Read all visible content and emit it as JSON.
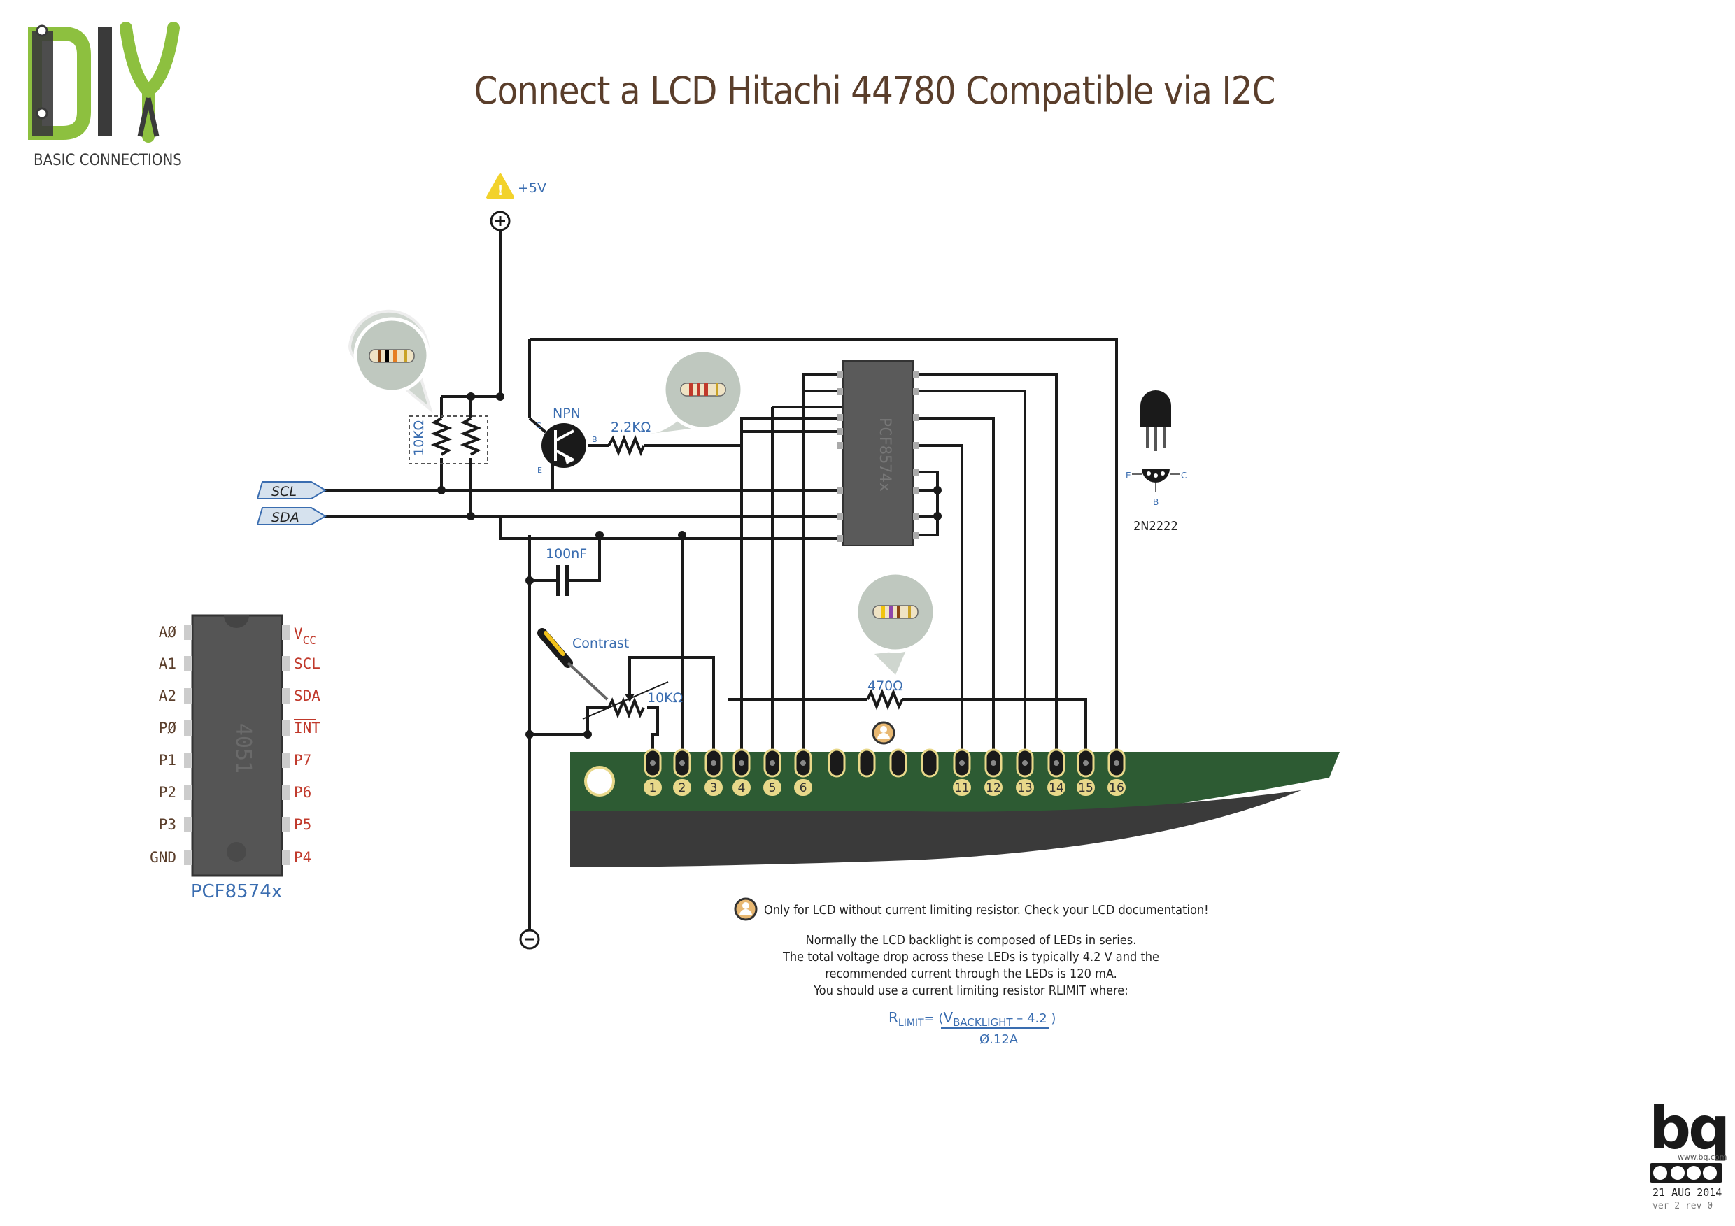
{
  "title": "Connect a LCD Hitachi 44780 Compatible via I2C",
  "logo": {
    "text": "DIY",
    "subtitle": "BASIC CONNECTIONS",
    "accent": "#8dc03f",
    "dark": "#3a3a3a"
  },
  "power": {
    "vcc_label": "+5V",
    "warning_color": "#f2d22b"
  },
  "signals": {
    "scl": "SCL",
    "sda": "SDA"
  },
  "components": {
    "pullup": "10KΩ",
    "transistor_type": "NPN",
    "pin_c": "C",
    "pin_b": "B",
    "pin_e": "E",
    "base_resistor": "2.2KΩ",
    "capacitor": "100nF",
    "contrast_label": "Contrast",
    "pot": "10KΩ",
    "backlight_resistor": "470Ω",
    "ic_chip_label": "PCF8574x",
    "transistor_part": "2N2222",
    "to92_e": "E",
    "to92_b": "B",
    "to92_c": "C"
  },
  "lcd": {
    "pins_left": [
      "1",
      "2",
      "3",
      "4",
      "5",
      "6"
    ],
    "pins_right": [
      "11",
      "12",
      "13",
      "14",
      "15",
      "16"
    ],
    "board_color": "#2d5b33",
    "pin_color": "#e8d88a"
  },
  "pinout": {
    "chip_text": "4051",
    "name": "PCF8574x",
    "left": [
      "AØ",
      "A1",
      "A2",
      "PØ",
      "P1",
      "P2",
      "P3",
      "GND"
    ],
    "right_vcc_main": "V",
    "right_vcc_sub": "CC",
    "right": [
      "SCL",
      "SDA",
      "INT",
      "P7",
      "P6",
      "P5",
      "P4"
    ]
  },
  "notes": {
    "warning": "Only for LCD without current limiting resistor. Check your LCD documentation!",
    "lines": [
      "Normally the LCD backlight is composed of LEDs in series.",
      "The total voltage drop across these LEDs is typically 4.2 V and the",
      "recommended current through the LEDs is 120 mA.",
      "You should use a current limiting resistor RLIMIT  where:"
    ],
    "formula_r": "R",
    "formula_limit": "LIMIT",
    "formula_eq": "= (",
    "formula_v": "V",
    "formula_vsub": "BACKLIGHT",
    "formula_rest": " – 4.2 )",
    "formula_den": "Ø.12A"
  },
  "footer": {
    "brand": "bq",
    "url": "www.bq.com",
    "cc": "cc BY NC SA",
    "date": "21 AUG 2014",
    "version": "ver 2 rev 0"
  }
}
